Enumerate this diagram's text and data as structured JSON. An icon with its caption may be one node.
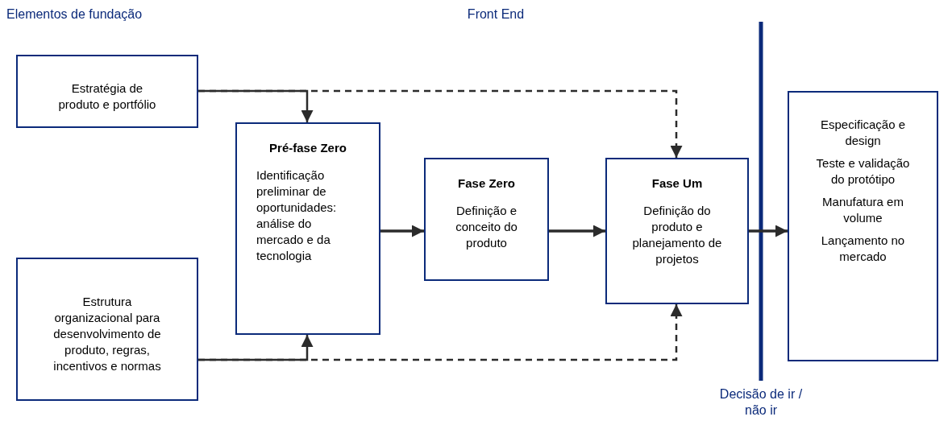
{
  "diagram": {
    "nodes": [
      {
        "text": [
          "Estratégia de produto e portfólio"
        ]
      },
      {
        "text": [
          "Pré-fase Zero",
          "Identificação preliminar de oportunidades: análise do mercado e da tecnologia"
        ]
      },
      {
        "text": [
          "Fase Zero",
          "Definição e conceito do produto"
        ]
      },
      {
        "text": [
          "Fase Um",
          "Definição do produto e planejamento de projetos"
        ]
      },
      {
        "text": [
          "Estrutura organizacional para desenvolvimento de produto, regras, incentivos e normas"
        ]
      },
      {
        "text": [
          "Especificação e design",
          "Teste e validação do protótipo",
          "Manufatura em volume",
          "Lançamento no mercado"
        ]
      }
    ],
    "edges": [
      {
        "from": 0,
        "to": 3,
        "arrow": "to",
        "style": "dashed"
      },
      {
        "from": 0,
        "to": 1,
        "arrow": "to"
      },
      {
        "from": 4,
        "to": 3,
        "arrow": "to",
        "style": "dashed"
      },
      {
        "from": 4,
        "to": 1,
        "arrow": "to"
      },
      {
        "from": 1,
        "to": 2,
        "arrow": "to"
      },
      {
        "from": 2,
        "to": 3,
        "arrow": "to"
      },
      {
        "from": 3,
        "to": 5,
        "arrow": "to"
      }
    ],
    "labels": [
      "Elementos de fundação",
      "Front End",
      "Decisão de ir / não ir"
    ]
  }
}
